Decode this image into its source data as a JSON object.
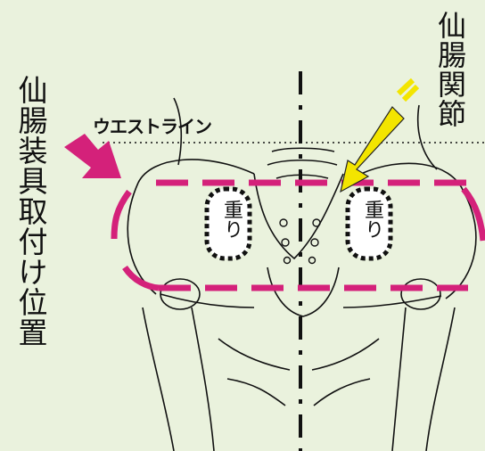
{
  "labels": {
    "sacroiliac_joint": "仙腸関節",
    "belt_position": "仙腸装具取付け位置",
    "waist_line": "ウエストライン",
    "weight_left": "重り",
    "weight_right": "重り"
  },
  "colors": {
    "background": "#eaf2dd",
    "belt_magenta": "#d4217a",
    "arrow_yellow": "#f3e500",
    "line": "#111111"
  },
  "icons": {
    "belt_arrow": "magenta-arrow-icon",
    "joint_arrow": "yellow-arrow-icon"
  }
}
